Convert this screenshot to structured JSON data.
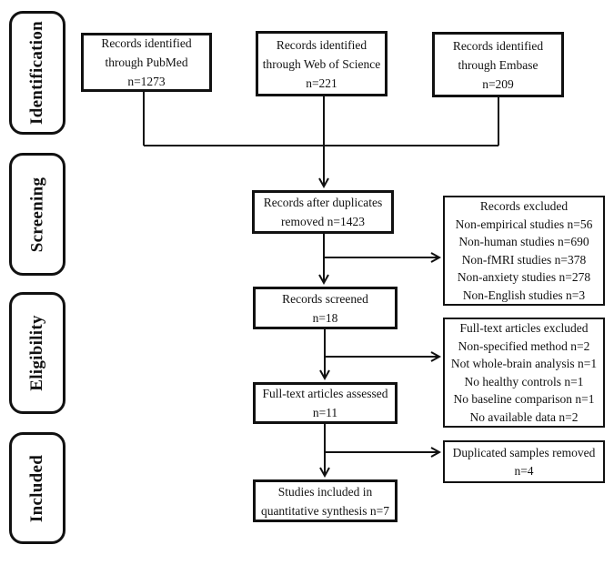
{
  "diagram_title": "PRISMA study selection flow diagram",
  "colors": {
    "line": "#111111",
    "border": "#111111",
    "text": "#111111",
    "background": "#ffffff"
  },
  "stages": [
    {
      "label": "Identification"
    },
    {
      "label": "Screening"
    },
    {
      "label": "Eligibility"
    },
    {
      "label": "Included"
    }
  ],
  "boxes": {
    "pubmed": {
      "lines": [
        "Records identified",
        "through PubMed",
        "n=1273"
      ]
    },
    "web_of_science": {
      "lines": [
        "Records identified",
        "through Web of Science",
        "n=221"
      ]
    },
    "embase": {
      "lines": [
        "Records identified",
        "through Embase",
        "n=209"
      ]
    },
    "duplicates_removed": {
      "lines": [
        "Records after duplicates",
        "removed n=1423"
      ]
    },
    "records_excluded": {
      "lines": [
        "Records excluded",
        "Non-empirical studies n=56",
        "Non-human studies n=690",
        "Non-fMRI studies n=378",
        "Non-anxiety studies n=278",
        "Non-English studies n=3"
      ]
    },
    "records_screened": {
      "lines": [
        "Records screened",
        "n=18"
      ]
    },
    "fulltext_excluded": {
      "lines": [
        "Full-text articles excluded",
        "Non-specified method n=2",
        "Not whole-brain analysis n=1",
        "No healthy controls n=1",
        "No baseline comparison n=1",
        "No available data n=2"
      ]
    },
    "fulltext_assessed": {
      "lines": [
        "Full-text articles assessed",
        "n=11"
      ]
    },
    "duplicated_samples": {
      "lines": [
        "Duplicated samples removed",
        "n=4"
      ]
    },
    "studies_included": {
      "lines": [
        "Studies included in",
        "quantitative synthesis n=7"
      ]
    }
  }
}
